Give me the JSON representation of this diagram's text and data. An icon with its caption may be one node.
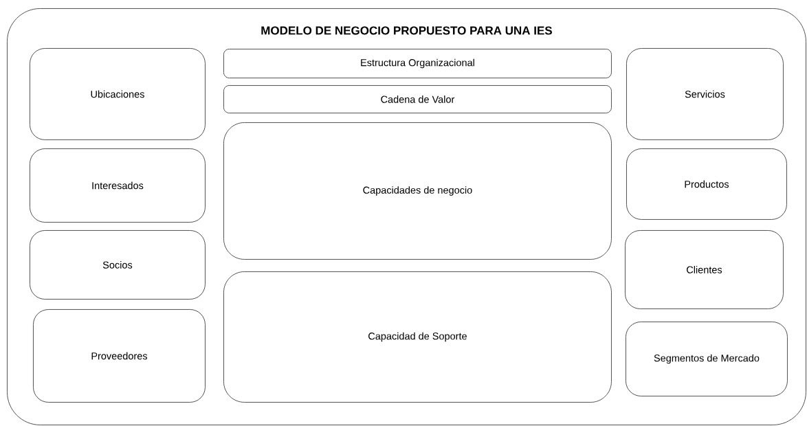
{
  "diagram": {
    "nodes": [
      {
        "text": [
          "MODELO DE NEGOCIO PROPUESTO PARA UNA IES"
        ]
      },
      {
        "text": [
          "Ubicaciones"
        ],
        "in": 0
      },
      {
        "text": [
          "Interesados"
        ],
        "in": 0
      },
      {
        "text": [
          "Socios"
        ],
        "in": 0
      },
      {
        "text": [
          "Proveedores"
        ],
        "in": 0
      },
      {
        "text": [
          "Estructura Organizacional"
        ],
        "in": 0
      },
      {
        "text": [
          "Cadena de Valor"
        ],
        "in": 0
      },
      {
        "text": [
          "Capacidades de negocio"
        ],
        "in": 0
      },
      {
        "text": [
          "Capacidad de Soporte"
        ],
        "in": 0
      },
      {
        "text": [
          "Servicios"
        ],
        "in": 0
      },
      {
        "text": [
          "Productos"
        ],
        "in": 0
      },
      {
        "text": [
          "Clientes"
        ],
        "in": 0
      },
      {
        "text": [
          "Segmentos de Mercado"
        ],
        "in": 0
      }
    ]
  }
}
